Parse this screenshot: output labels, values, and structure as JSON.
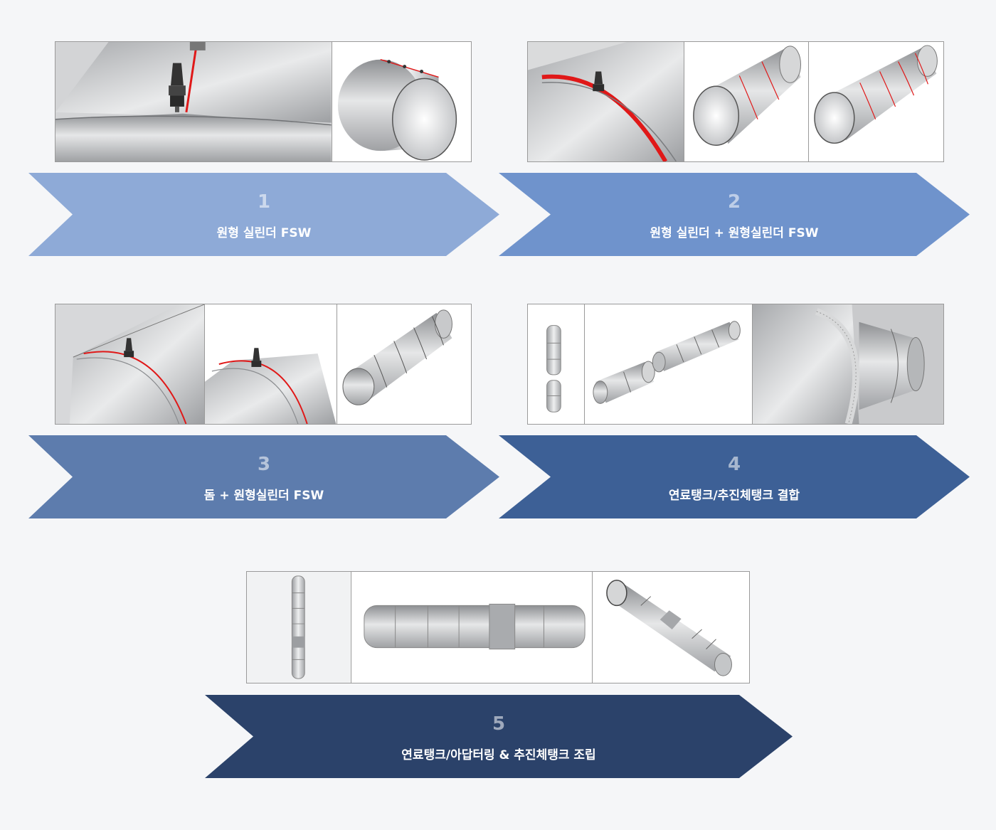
{
  "steps": [
    {
      "number": "1",
      "label": "원형 실린더 FSW",
      "color": "#8eaad7"
    },
    {
      "number": "2",
      "label": "원형 실린더 + 원형실린더 FSW",
      "color": "#6f93cc"
    },
    {
      "number": "3",
      "label": "돔 + 원형실린더 FSW",
      "color": "#5d7cad"
    },
    {
      "number": "4",
      "label": "연료탱크/추진체탱크 결합",
      "color": "#3d6096"
    },
    {
      "number": "5",
      "label": "연료탱크/아답터링 & 추진체탱크 조립",
      "color": "#2b426a"
    }
  ],
  "colors": {
    "background": "#f5f6f8",
    "weld_line": "#e01818",
    "metal": "#c9cbcd"
  }
}
